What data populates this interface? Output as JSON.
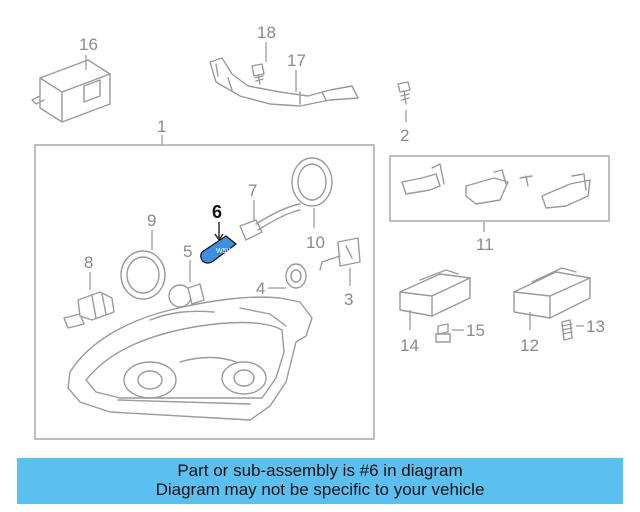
{
  "diagram": {
    "callouts": {
      "c1": "1",
      "c2": "2",
      "c3": "3",
      "c4": "4",
      "c5": "5",
      "c6": "6",
      "c7": "7",
      "c8": "8",
      "c9": "9",
      "c10": "10",
      "c11": "11",
      "c12": "12",
      "c13": "13",
      "c14": "14",
      "c15": "15",
      "c16": "16",
      "c17": "17",
      "c18": "18"
    },
    "highlighted_part": "6",
    "highlight_color": "#3d8fe0",
    "bulb_marking": "W5W"
  },
  "caption": {
    "line1": "Part or sub-assembly is #6 in diagram",
    "line2": "Diagram may not be specific to your vehicle",
    "background": "#5bc0f0"
  }
}
